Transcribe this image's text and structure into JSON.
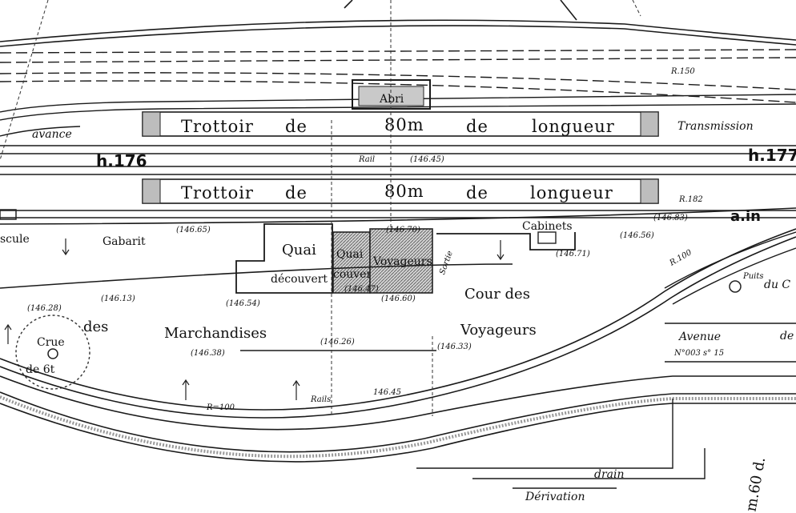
{
  "labels": {
    "trottoir_top_1": "Trottoir",
    "trottoir_top_2": "de",
    "trottoir_top_3": "80m",
    "trottoir_top_4": "de",
    "trottoir_top_5": "longueur",
    "trottoir_bot_1": "Trottoir",
    "trottoir_bot_2": "de",
    "trottoir_bot_3": "80m",
    "trottoir_bot_4": "de",
    "trottoir_bot_5": "longueur",
    "h176": "h.176",
    "h177": "h.177",
    "avance": "avance",
    "transmission": "Transmission",
    "abri": "Abri",
    "rail_mid": "Rail",
    "elev_14670": "(146.70)",
    "elev_14645": "(146.45)",
    "r150": "R.150",
    "r182": "R.182",
    "a_in": "a.in",
    "gabarit": "Gabarit",
    "bascule": "scule",
    "quai_decouvert": "Quai",
    "decouvert": "découvert",
    "quai_couvert": "Quai",
    "couvert": "couvert",
    "voyageurs_bldg": "Voyageurs",
    "sortie": "Sortie",
    "cabinets": "Cabinets",
    "cour_des": "Cour des",
    "voyageurs": "Voyageurs",
    "des": "des",
    "marchandises": "Marchandises",
    "crue": "Crue",
    "de6t": "de 6t",
    "puits": "Puits",
    "du": "du C",
    "avenue": "Avenue",
    "de_right": "de",
    "n003": "N°003 s° 15",
    "rails": "Rails",
    "elev_14645b": "146.45",
    "r100": "R=100",
    "r100b": "R.100",
    "drain": "drain",
    "derivation": "Dérivation",
    "m60": "m.60 d.",
    "e_146_65": "(146.65)",
    "e_146_28": "(146.28)",
    "e_146_13": "(146.13)",
    "e_146_38": "(146.38)",
    "e_146_26": "(146.26)",
    "e_146_33": "(146.33)",
    "e_146_60": "(146.60)",
    "e_146_56": "(146.56)",
    "e_146_71": "(146.71)",
    "e_146_83": "(146.83)",
    "e_146_54": "(146.54)",
    "e_146_47": "(146.47)"
  }
}
